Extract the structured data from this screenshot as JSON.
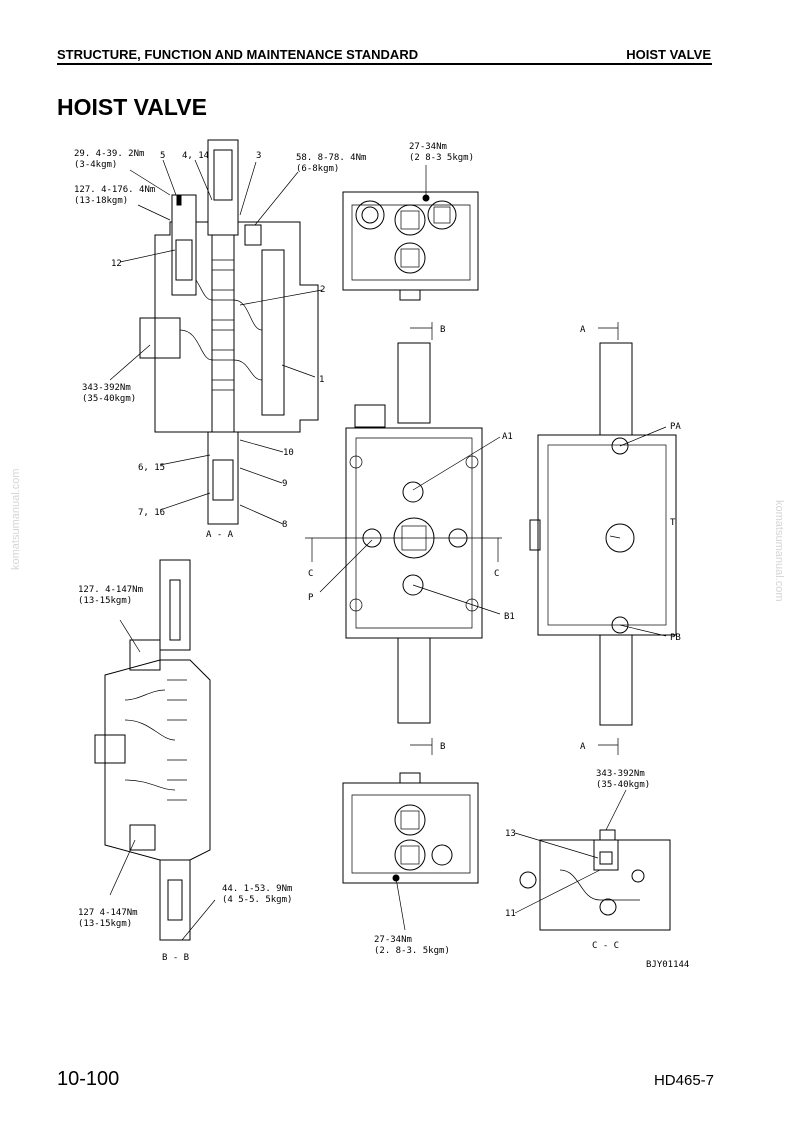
{
  "header": {
    "left": "STRUCTURE, FUNCTION AND MAINTENANCE STANDARD",
    "right": "HOIST VALVE"
  },
  "title": "HOIST VALVE",
  "footer": {
    "page": "10-100",
    "model": "HD465-7"
  },
  "watermark": "komatsumanual.com",
  "figure": {
    "code": "BJY01144",
    "section_labels": {
      "aa": "A - A",
      "bb": "B - B",
      "cc": "C - C"
    },
    "section_markers": {
      "a": "A",
      "b": "B",
      "c": "C"
    },
    "torques": {
      "t1": [
        "29. 4-39. 2Nm",
        "(3-4kgm)"
      ],
      "t2": [
        "127. 4-176. 4Nm",
        "(13-18kgm)"
      ],
      "t3": [
        "58. 8-78. 4Nm",
        "(6-8kgm)"
      ],
      "t4": [
        "343-392Nm",
        "(35-40kgm)"
      ],
      "t5": [
        "27-34Nm",
        "(2 8-3 5kgm)"
      ],
      "t6": [
        "127. 4-147Nm",
        "(13-15kgm)"
      ],
      "t7": [
        "127 4-147Nm",
        "(13-15kgm)"
      ],
      "t8": [
        "44. 1-53. 9Nm",
        "(4 5-5. 5kgm)"
      ],
      "t9": [
        "27-34Nm",
        "(2. 8-3. 5kgm)"
      ],
      "t10": [
        "343-392Nm",
        "(35-40kgm)"
      ]
    },
    "callouts": {
      "c1": "1",
      "c2": "2",
      "c3": "3",
      "c414": "4, 14",
      "c5": "5",
      "c615": "6, 15",
      "c716": "7, 16",
      "c8": "8",
      "c9": "9",
      "c10": "10",
      "c11": "11",
      "c12": "12",
      "c13": "13"
    },
    "ports": {
      "a1": "A1",
      "b1": "B1",
      "p": "P",
      "pa": "PA",
      "pb": "PB",
      "t": "T"
    }
  }
}
